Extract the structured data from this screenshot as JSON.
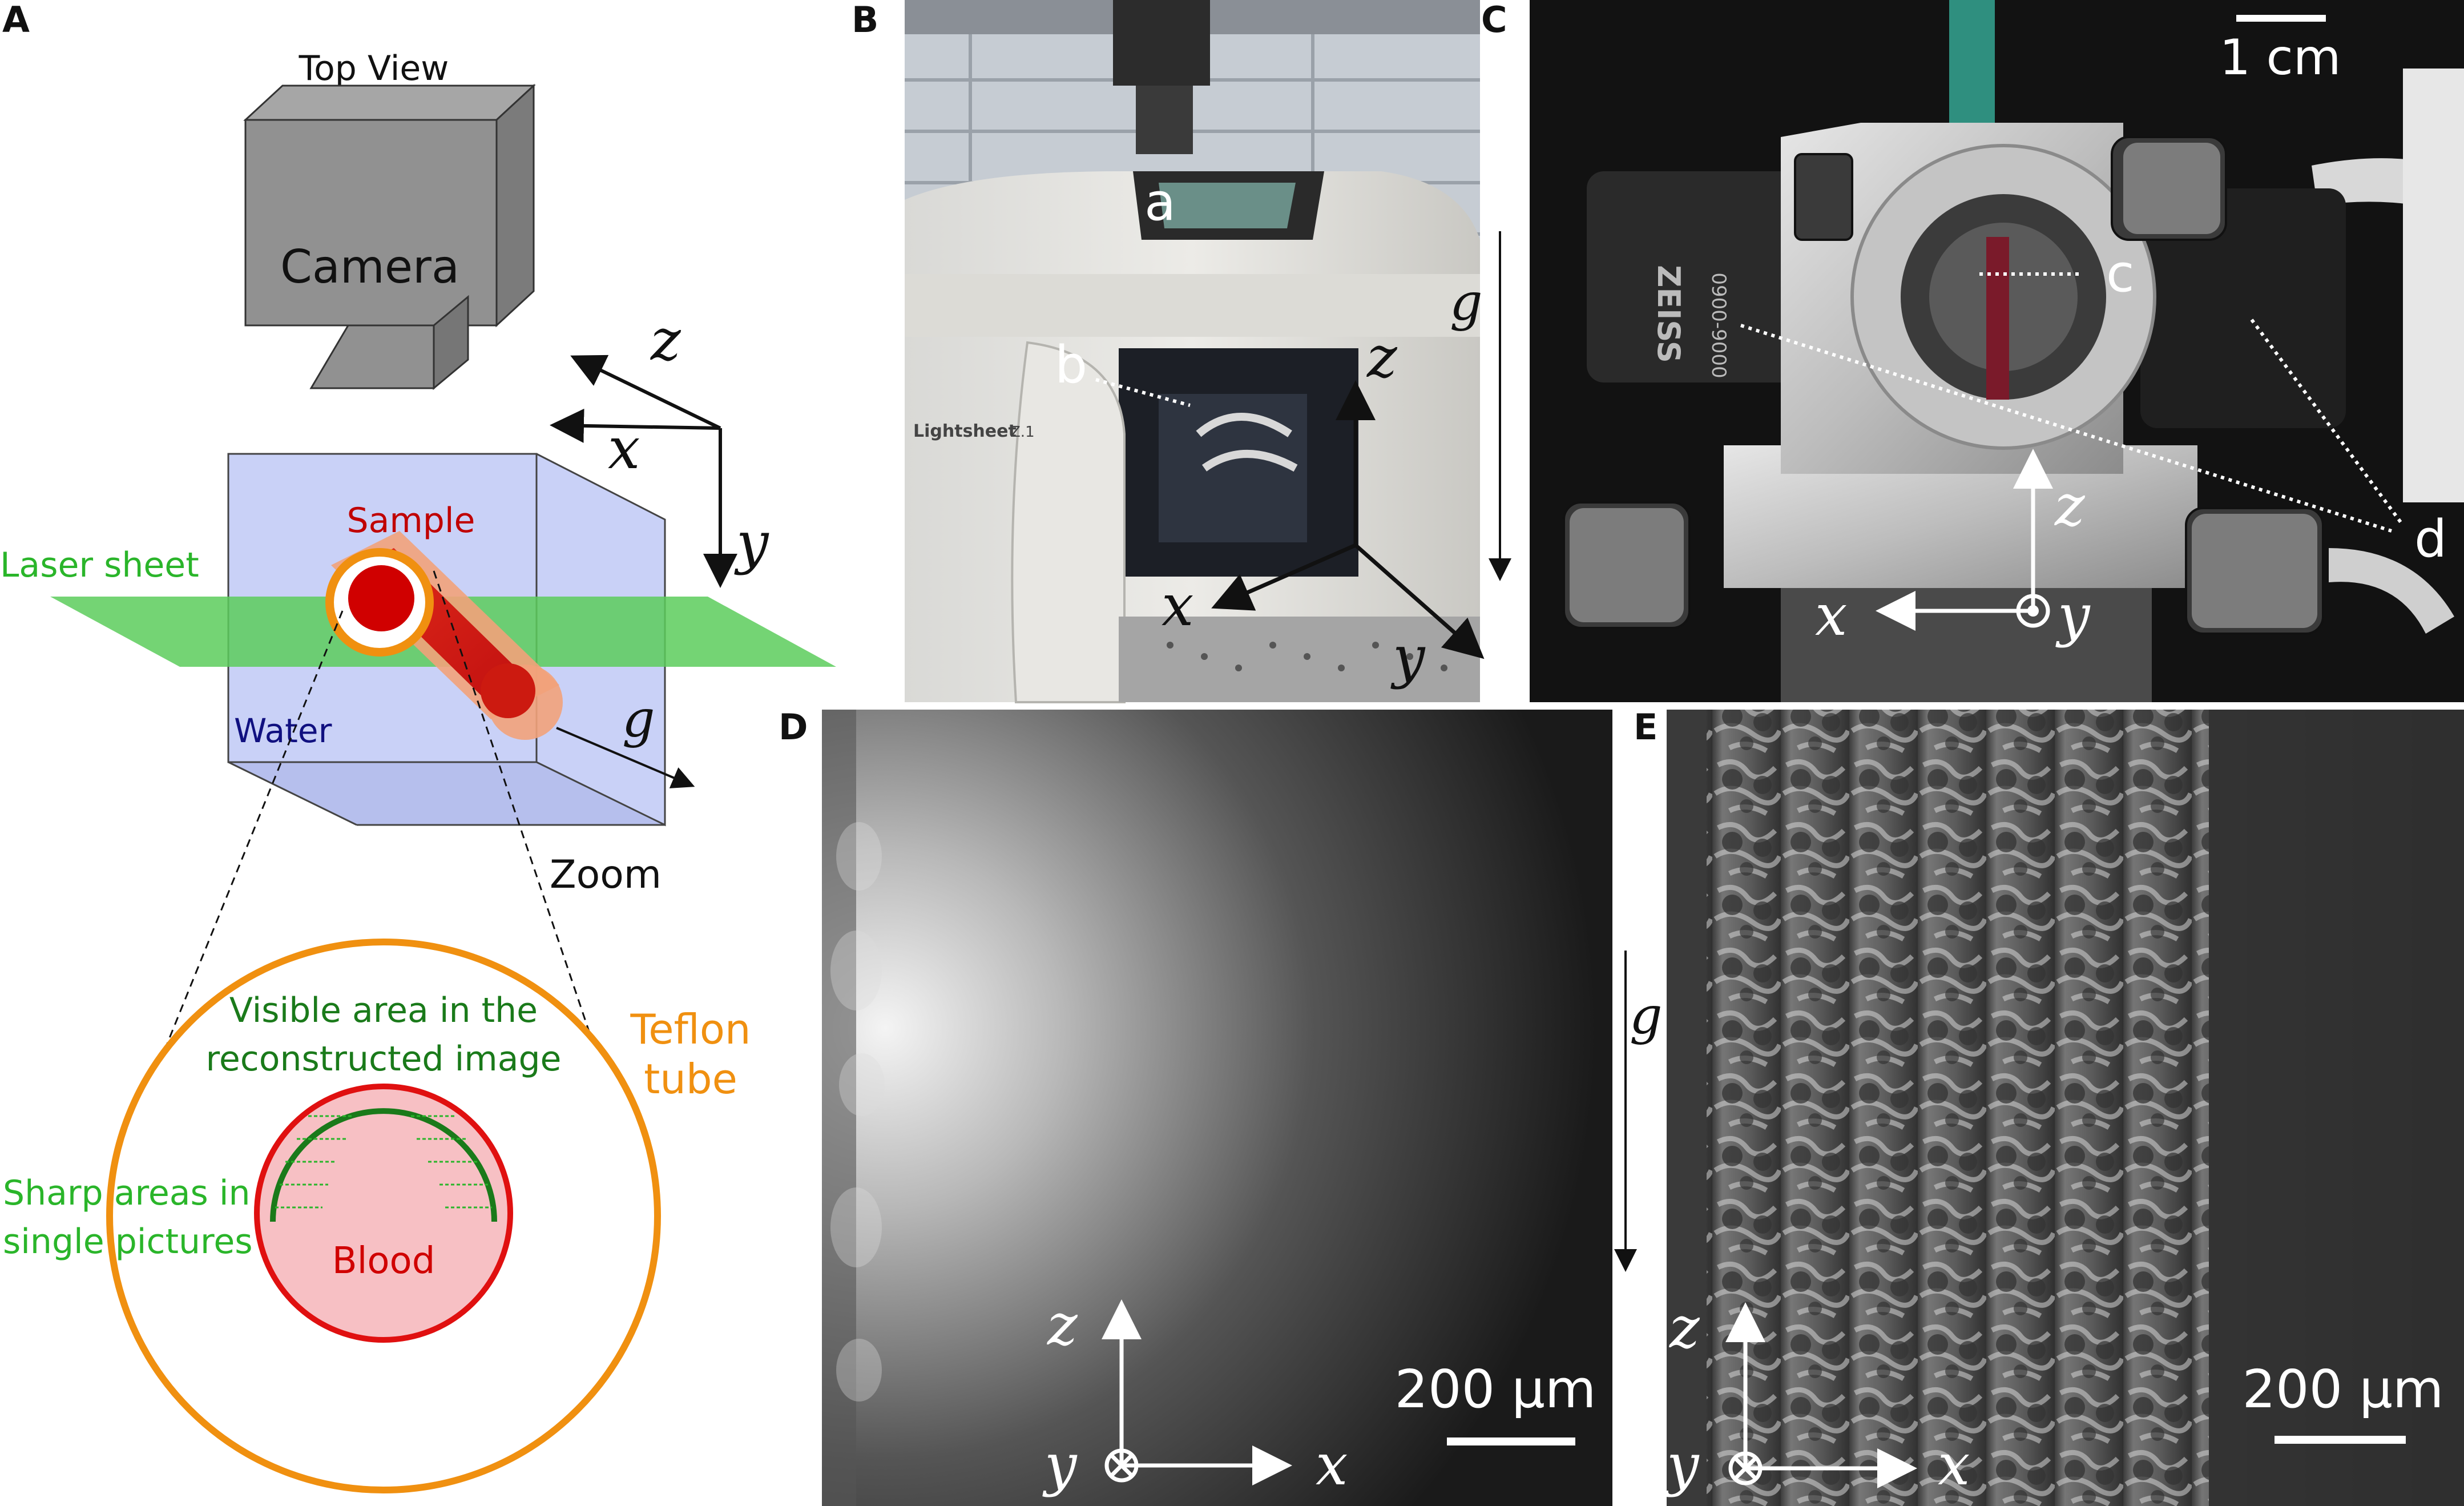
{
  "panels": {
    "A": {
      "letter": "A",
      "top_view": "Top View",
      "camera": "Camera",
      "axis_z": "z",
      "axis_x": "x",
      "axis_y": "y",
      "laser_sheet": "Laser sheet",
      "sample": "Sample",
      "water": "Water",
      "g": "g",
      "zoom": "Zoom",
      "visible_line1": "Visible area in the",
      "visible_line2": "reconstructed image",
      "teflon_line1": "Teflon",
      "teflon_line2": "tube",
      "sharp_line1": "Sharp areas in",
      "sharp_line2": "single pictures",
      "blood": "Blood"
    },
    "B": {
      "letter": "B",
      "label_a": "a",
      "label_b": "b",
      "brand": "Lightsheet",
      "brand_model": "Z.1",
      "axis_z": "z",
      "axis_x": "x",
      "axis_y": "y",
      "g": "g"
    },
    "C": {
      "letter": "C",
      "scale": "1 cm",
      "label_c": "c",
      "label_d": "d",
      "lens_brand": "ZEISS",
      "lens_number": "0900-9000",
      "axis_z": "z",
      "axis_x": "x",
      "axis_y": "y"
    },
    "D": {
      "letter": "D",
      "g": "g",
      "axis_z": "z",
      "axis_x": "x",
      "axis_y": "y",
      "scale": "200 µm"
    },
    "E": {
      "letter": "E",
      "axis_z": "z",
      "axis_x": "x",
      "axis_y": "y",
      "scale": "200 µm"
    }
  },
  "colors": {
    "laser": "#5ccc5c",
    "water": "#bcc6f5",
    "sample": "#d00000",
    "teflon": "#f09010",
    "blood_fill": "#f7c0c4",
    "blood_edge": "#e01010",
    "visible": "#1a7a1a",
    "sharp": "#2ab52a",
    "water_text": "#101080"
  }
}
